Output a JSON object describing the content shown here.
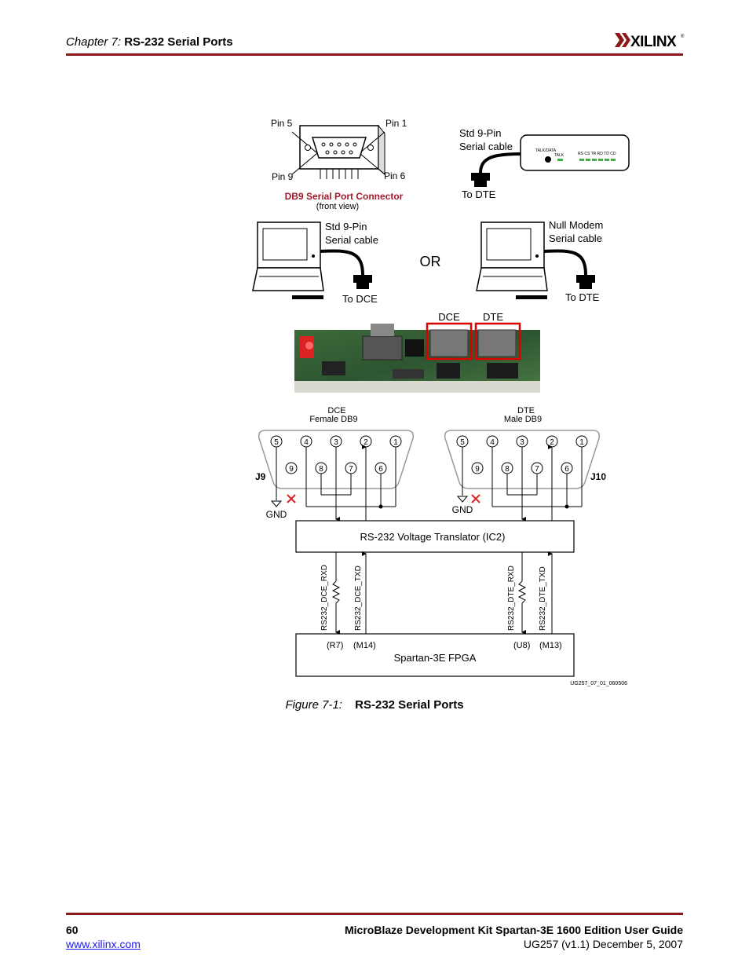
{
  "header": {
    "chapter_prefix": "Chapter 7:",
    "chapter_title": "RS-232 Serial Ports",
    "logo_text": "XILINX",
    "logo_reg": "®"
  },
  "figure": {
    "db9": {
      "pin5": "Pin 5",
      "pin1": "Pin 1",
      "pin9": "Pin 9",
      "pin6": "Pin 6",
      "title": "DB9 Serial Port Connector",
      "subtitle": "(front view)"
    },
    "modem": {
      "cable_line1": "Std 9-Pin",
      "cable_line2": "Serial cable",
      "to": "To DTE",
      "talk_data": "TALK/DATA",
      "talk": "TALK",
      "leds": "RS CS TR RD TD CD"
    },
    "pc_left": {
      "cable_line1": "Std 9-Pin",
      "cable_line2": "Serial cable",
      "to": "To DCE"
    },
    "or": "OR",
    "pc_right": {
      "cable_line1": "Null Modem",
      "cable_line2": "Serial cable",
      "to": "To DTE"
    },
    "board": {
      "dce": "DCE",
      "dte": "DTE"
    },
    "dce_conn": {
      "line1": "DCE",
      "line2": "Female DB9",
      "pins_top": [
        "5",
        "4",
        "3",
        "2",
        "1"
      ],
      "pins_bottom": [
        "9",
        "8",
        "7",
        "6"
      ],
      "ref": "J9",
      "gnd": "GND"
    },
    "dte_conn": {
      "line1": "DTE",
      "line2": "Male DB9",
      "pins_top": [
        "5",
        "4",
        "3",
        "2",
        "1"
      ],
      "pins_bottom": [
        "9",
        "8",
        "7",
        "6"
      ],
      "ref": "J10",
      "gnd": "GND"
    },
    "translator": "RS-232 Voltage Translator (IC2)",
    "signals": [
      "RS232_DCE_RXD",
      "RS232_DCE_TXD",
      "RS232_DTE_RXD",
      "RS232_DTE_TXD"
    ],
    "fpga": {
      "pins": [
        "(R7)",
        "(M14)",
        "(U8)",
        "(M13)"
      ],
      "label": "Spartan-3E FPGA"
    },
    "figure_id": "UG257_07_01_060506"
  },
  "caption": {
    "number": "Figure 7-1:",
    "title": "RS-232 Serial Ports"
  },
  "footer": {
    "page": "60",
    "link": "www.xilinx.com",
    "title": "MicroBlaze Development Kit Spartan-3E 1600 Edition User Guide",
    "doc": "UG257  (v1.1) December 5, 2007"
  }
}
